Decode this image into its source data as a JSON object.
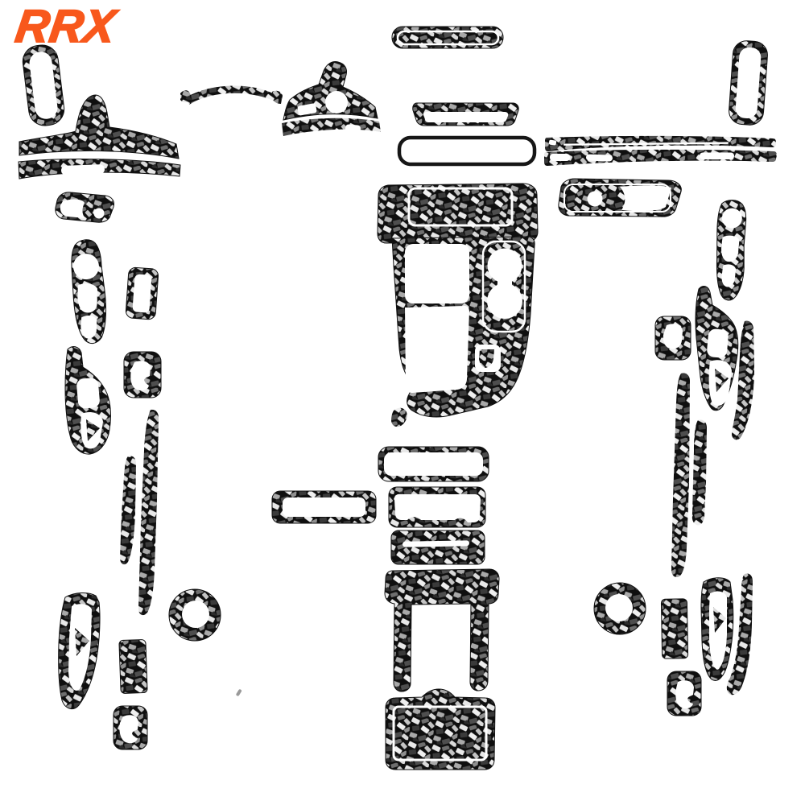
{
  "brand": {
    "logo_text": "RRX",
    "logo_color": "#F8581C"
  },
  "scene": {
    "background_color": "#FFFFFF",
    "subject": "forged carbon fiber car interior trim sticker full kit laid out on white",
    "pattern_colors": {
      "base": "#0F0F0F",
      "chip_bright": "#E8E8E8",
      "chip_light": "#BFBFBF",
      "chip_mid": "#8F8F8F",
      "chip_dark": "#3A3A3A"
    }
  },
  "parts": [
    "oval-frame",
    "dash-hump-panel",
    "dash-strip",
    "arc-strip",
    "column-cover",
    "column-strip",
    "vent-pill",
    "small-frame",
    "thin-outline-frame",
    "tall-frame-right",
    "door-strip-upper",
    "door-strip-lower",
    "door-handle-right",
    "window-panel-right",
    "square-frame-right",
    "armrest-right",
    "curve-strip-right-upper",
    "curve-strip-right-lower",
    "pillar-strip-right-long",
    "pillar-strip-right-short",
    "ring-right",
    "vrect-right",
    "door-pull-right",
    "socket-right",
    "door-handle-left",
    "window-panel-left",
    "small-frame-left",
    "armrest-left",
    "start-button-frame-left",
    "pillar-strip-left-long",
    "pillar-strip-left-short",
    "ring-left",
    "door-pull-left",
    "vrect-left",
    "socket-left",
    "center-console-panel",
    "console-sliver",
    "thin-frame-center",
    "frame-bottom-left",
    "frame-bottom-center",
    "slot-panel",
    "arch-frame",
    "storage-box-lid"
  ]
}
